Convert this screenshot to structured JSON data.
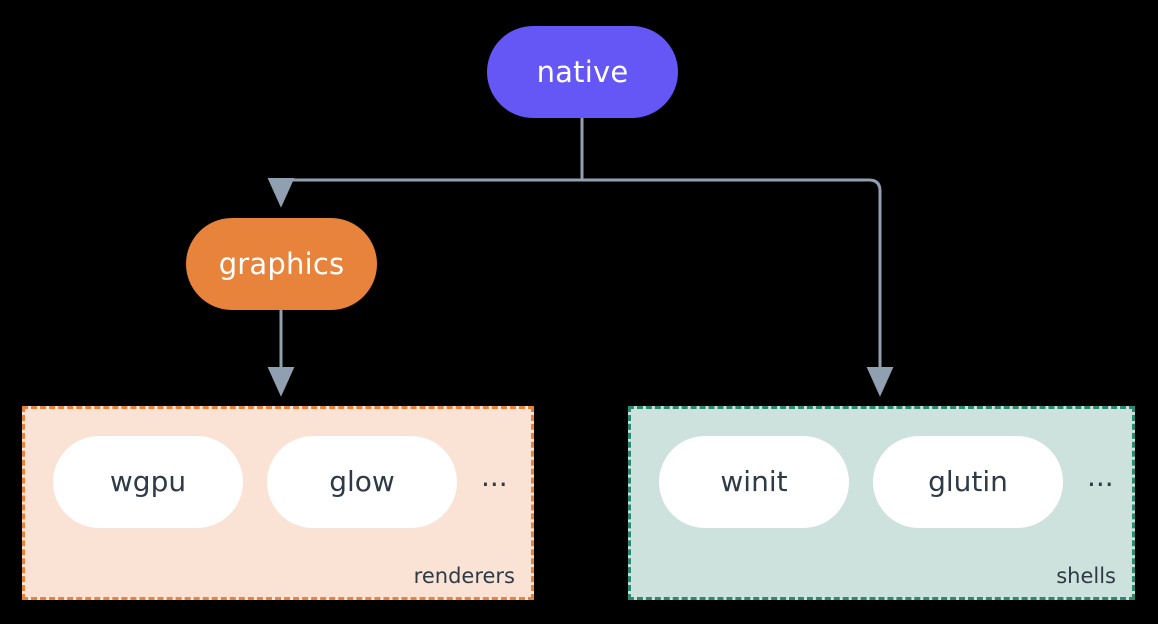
{
  "diagram": {
    "title": "native",
    "background_color": "#000000",
    "connector_color": "#90a0b0",
    "nodes": [
      {
        "id": "native",
        "label": "native",
        "color": "#6457f5",
        "text_color": "#ffffff"
      },
      {
        "id": "graphics",
        "label": "graphics",
        "color": "#e8833c",
        "text_color": "#ffffff"
      }
    ],
    "groups": [
      {
        "id": "renderers",
        "label": "renderers",
        "background_color": "#fae3d4",
        "border_color": "#e8833c",
        "items": [
          {
            "label": "wgpu"
          },
          {
            "label": "glow"
          }
        ],
        "overflow": "..."
      },
      {
        "id": "shells",
        "label": "shells",
        "background_color": "#cee2dd",
        "border_color": "#2a8a72",
        "items": [
          {
            "label": "winit"
          },
          {
            "label": "glutin"
          }
        ],
        "overflow": "..."
      }
    ],
    "edges": [
      {
        "from": "native",
        "to": "graphics"
      },
      {
        "from": "native",
        "to": "shells"
      },
      {
        "from": "graphics",
        "to": "renderers"
      }
    ]
  }
}
